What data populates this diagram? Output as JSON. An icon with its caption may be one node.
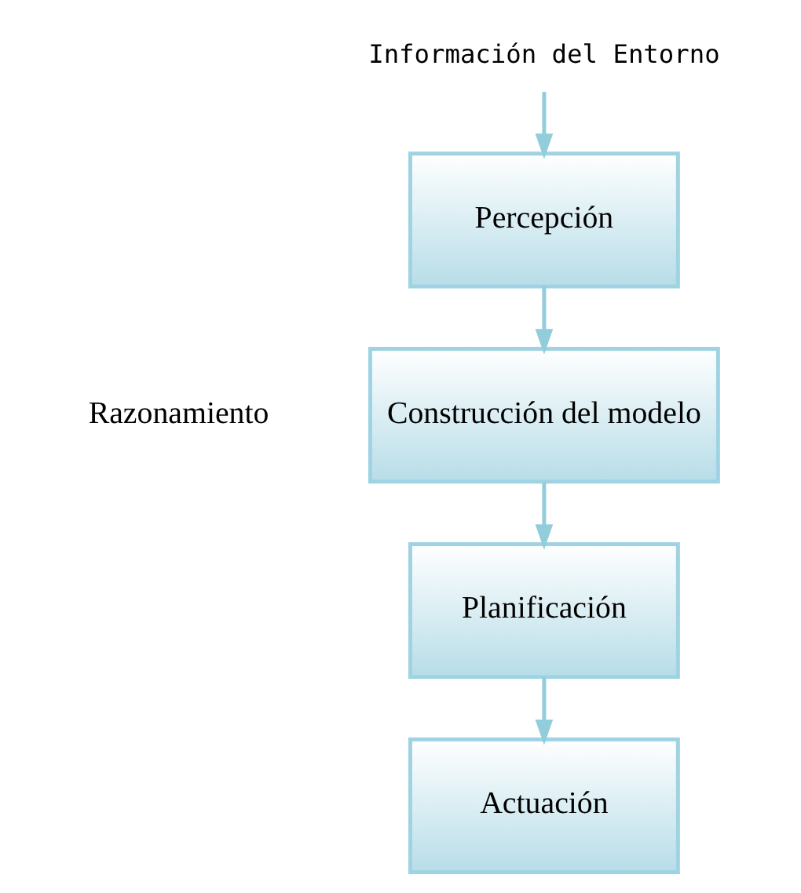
{
  "diagram": {
    "nodes": [
      {
        "text": [
          "Información del Entorno"
        ]
      },
      {
        "text": [
          "Percepción"
        ]
      },
      {
        "text": [
          "Construcción del modelo"
        ]
      },
      {
        "text": [
          "Planificación"
        ]
      },
      {
        "text": [
          "Actuación"
        ]
      }
    ],
    "edges": [
      {
        "from": 0,
        "to": 1,
        "arrow": "to"
      },
      {
        "from": 1,
        "to": 2,
        "arrow": "to"
      },
      {
        "from": 2,
        "to": 3,
        "arrow": "to"
      },
      {
        "from": 3,
        "to": 4,
        "arrow": "to"
      }
    ],
    "labels": [
      "Razonamiento"
    ]
  }
}
